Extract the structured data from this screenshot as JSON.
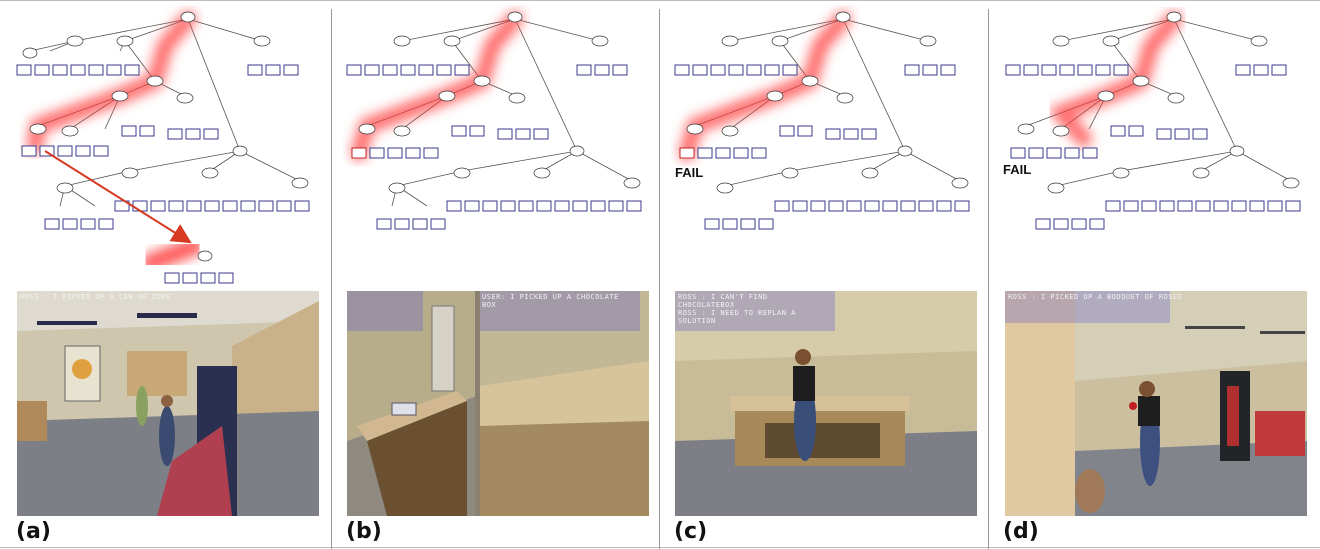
{
  "panels": [
    {
      "label": "(a)",
      "caption": "ROSS : I PICKED UP A CAN OF COKE"
    },
    {
      "label": "(b)",
      "caption": "USER: I PICKED UP A CHOCOLATE\nBOX"
    },
    {
      "label": "(c)",
      "caption": "ROSS : I CAN'T FIND\nCHOCOLATEBOX\nROSS : I NEED TO REPLAN A\nSOLUTION",
      "fail_text": "FAIL"
    },
    {
      "label": "(d)",
      "caption": "ROSS : I PICKED UP A BOUQUET OF ROSES",
      "fail_text": "FAIL"
    }
  ],
  "colors": {
    "highlight": "#ff3b3b",
    "node_border": "#3a3a8c",
    "arrow": "#d63a20"
  }
}
